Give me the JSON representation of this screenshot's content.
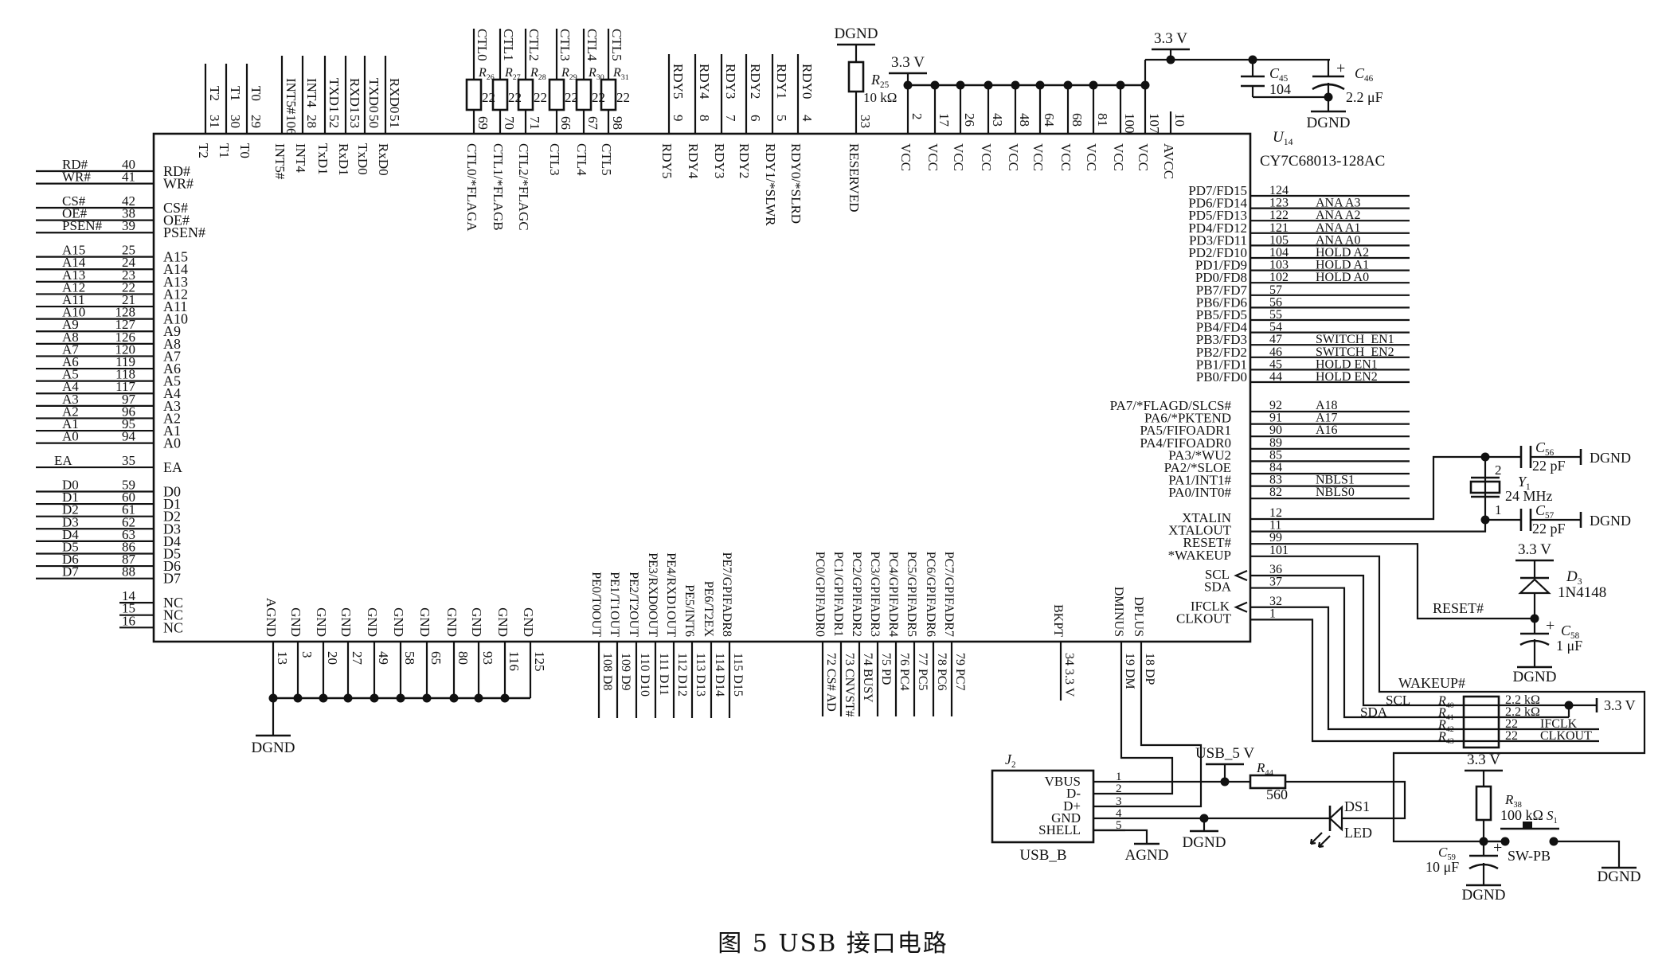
{
  "caption": "图 5   USB 接口电路",
  "chip": {
    "ref": "U",
    "ref_sub": "14",
    "part": "CY7C68013-128AC",
    "left_pins": [
      {
        "net": "RD#",
        "pin": "40",
        "name": "RD#"
      },
      {
        "net": "WR#",
        "pin": "41",
        "name": "WR#"
      },
      {
        "gap": true
      },
      {
        "net": "CS#",
        "pin": "42",
        "name": "CS#"
      },
      {
        "net": "OE#",
        "pin": "38",
        "name": "OE#"
      },
      {
        "net": "PSEN#",
        "pin": "39",
        "name": "PSEN#"
      },
      {
        "gap": true
      },
      {
        "net": "A15",
        "pin": "25",
        "name": "A15"
      },
      {
        "net": "A14",
        "pin": "24",
        "name": "A14"
      },
      {
        "net": "A13",
        "pin": "23",
        "name": "A13"
      },
      {
        "net": "A12",
        "pin": "22",
        "name": "A12"
      },
      {
        "net": "A11",
        "pin": "21",
        "name": "A11"
      },
      {
        "net": "A10",
        "pin": "128",
        "name": "A10"
      },
      {
        "net": "A9",
        "pin": "127",
        "name": "A9"
      },
      {
        "net": "A8",
        "pin": "126",
        "name": "A8"
      },
      {
        "net": "A7",
        "pin": "120",
        "name": "A7"
      },
      {
        "net": "A6",
        "pin": "119",
        "name": "A6"
      },
      {
        "net": "A5",
        "pin": "118",
        "name": "A5"
      },
      {
        "net": "A4",
        "pin": "117",
        "name": "A4"
      },
      {
        "net": "A3",
        "pin": "97",
        "name": "A3"
      },
      {
        "net": "A2",
        "pin": "96",
        "name": "A2"
      },
      {
        "net": "A1",
        "pin": "95",
        "name": "A1"
      },
      {
        "net": "A0",
        "pin": "94",
        "name": "A0"
      },
      {
        "gap": true
      },
      {
        "net": "EA",
        "pin": "35",
        "name": "EA"
      },
      {
        "gap": true
      },
      {
        "net": "D0",
        "pin": "59",
        "name": "D0"
      },
      {
        "net": "D1",
        "pin": "60",
        "name": "D1"
      },
      {
        "net": "D2",
        "pin": "61",
        "name": "D2"
      },
      {
        "net": "D3",
        "pin": "62",
        "name": "D3"
      },
      {
        "net": "D4",
        "pin": "63",
        "name": "D4"
      },
      {
        "net": "D5",
        "pin": "86",
        "name": "D5"
      },
      {
        "net": "D6",
        "pin": "87",
        "name": "D6"
      },
      {
        "net": "D7",
        "pin": "88",
        "name": "D7"
      },
      {
        "gap": true
      },
      {
        "net": "",
        "pin": "14",
        "name": "NC"
      },
      {
        "net": "",
        "pin": "15",
        "name": "NC"
      },
      {
        "net": "",
        "pin": "16",
        "name": "NC"
      }
    ],
    "top_pins_io": [
      {
        "net": "T2",
        "pin": "31",
        "name": "T2"
      },
      {
        "net": "T1",
        "pin": "30",
        "name": "T1"
      },
      {
        "net": "T0",
        "pin": "29",
        "name": "T0"
      },
      {
        "net": "INT5#",
        "pin": "106",
        "name": "INT5#"
      },
      {
        "net": "INT4",
        "pin": "28",
        "name": "INT4"
      },
      {
        "net": "TXD1",
        "pin": "52",
        "name": "TxD1"
      },
      {
        "net": "RXD1",
        "pin": "53",
        "name": "RxD1"
      },
      {
        "net": "TXD0",
        "pin": "50",
        "name": "TxD0"
      },
      {
        "net": "RXD0",
        "pin": "51",
        "name": "RxD0"
      }
    ],
    "top_pins_ctl": [
      {
        "net": "CTL0",
        "res": "R",
        "res_sub": "26",
        "value": "22",
        "pin": "69",
        "name": "CTL0/*FLAGA"
      },
      {
        "net": "CTL1",
        "res": "R",
        "res_sub": "27",
        "value": "22",
        "pin": "70",
        "name": "CTL1/*FLAGB"
      },
      {
        "net": "CTL2",
        "res": "R",
        "res_sub": "28",
        "value": "22",
        "pin": "71",
        "name": "CTL2/*FLAGC"
      },
      {
        "net": "CTL3",
        "res": "R",
        "res_sub": "29",
        "value": "22",
        "pin": "66",
        "name": "CTL3"
      },
      {
        "net": "CTL4",
        "res": "R",
        "res_sub": "30",
        "value": "22",
        "pin": "67",
        "name": "CTL4"
      },
      {
        "net": "CTL5",
        "res": "R",
        "res_sub": "31",
        "value": "22",
        "pin": "98",
        "name": "CTL5"
      }
    ],
    "top_pins_rdy": [
      {
        "net": "RDY5",
        "pin": "9",
        "name": "RDY5"
      },
      {
        "net": "RDY4",
        "pin": "8",
        "name": "RDY4"
      },
      {
        "net": "RDY3",
        "pin": "7",
        "name": "RDY3"
      },
      {
        "net": "RDY2",
        "pin": "6",
        "name": "RDY2"
      },
      {
        "net": "RDY1",
        "pin": "5",
        "name": "RDY1/*SLWR"
      },
      {
        "net": "RDY0",
        "pin": "4",
        "name": "RDY0/*SLRD"
      }
    ],
    "reserved": {
      "pin": "33",
      "name": "RESERVED",
      "res": "R",
      "res_sub": "25",
      "value": "10 kΩ",
      "supply": "DGND"
    },
    "vcc_pins": [
      {
        "pin": "2",
        "name": "VCC"
      },
      {
        "pin": "17",
        "name": "VCC"
      },
      {
        "pin": "26",
        "name": "VCC"
      },
      {
        "pin": "43",
        "name": "VCC"
      },
      {
        "pin": "48",
        "name": "VCC"
      },
      {
        "pin": "64",
        "name": "VCC"
      },
      {
        "pin": "68",
        "name": "VCC"
      },
      {
        "pin": "81",
        "name": "VCC"
      },
      {
        "pin": "100",
        "name": "VCC"
      },
      {
        "pin": "107",
        "name": "VCC"
      }
    ],
    "avcc": {
      "pin": "10",
      "name": "AVCC"
    },
    "vcc_supply": "3.3 V",
    "right_pins_pd_pb": [
      {
        "pin": "124",
        "name": "PD7/FD15",
        "net": ""
      },
      {
        "pin": "123",
        "name": "PD6/FD14",
        "net": "ANA A3"
      },
      {
        "pin": "122",
        "name": "PD5/FD13",
        "net": "ANA A2"
      },
      {
        "pin": "121",
        "name": "PD4/FD12",
        "net": "ANA A1"
      },
      {
        "pin": "105",
        "name": "PD3/FD11",
        "net": "ANA A0"
      },
      {
        "pin": "104",
        "name": "PD2/FD10",
        "net": "HOLD A2"
      },
      {
        "pin": "103",
        "name": "PD1/FD9",
        "net": "HOLD A1"
      },
      {
        "pin": "102",
        "name": "PD0/FD8",
        "net": "HOLD A0"
      },
      {
        "pin": "57",
        "name": "PB7/FD7",
        "net": ""
      },
      {
        "pin": "56",
        "name": "PB6/FD6",
        "net": ""
      },
      {
        "pin": "55",
        "name": "PB5/FD5",
        "net": ""
      },
      {
        "pin": "54",
        "name": "PB4/FD4",
        "net": ""
      },
      {
        "pin": "47",
        "name": "PB3/FD3",
        "net": "SWITCH_EN1"
      },
      {
        "pin": "46",
        "name": "PB2/FD2",
        "net": "SWITCH_EN2"
      },
      {
        "pin": "45",
        "name": "PB1/FD1",
        "net": "HOLD EN1"
      },
      {
        "pin": "44",
        "name": "PB0/FD0",
        "net": "HOLD EN2"
      }
    ],
    "right_pins_pa": [
      {
        "pin": "92",
        "name": "PA7/*FLAGD/SLCS#",
        "net": "A18"
      },
      {
        "pin": "91",
        "name": "PA6/*PKTEND",
        "net": "A17"
      },
      {
        "pin": "90",
        "name": "PA5/FIFOADR1",
        "net": "A16"
      },
      {
        "pin": "89",
        "name": "PA4/FIFOADR0",
        "net": ""
      },
      {
        "pin": "85",
        "name": "PA3/*WU2",
        "net": ""
      },
      {
        "pin": "84",
        "name": "PA2/*SLOE",
        "net": ""
      },
      {
        "pin": "83",
        "name": "PA1/INT1#",
        "net": "NBLS1"
      },
      {
        "pin": "82",
        "name": "PA0/INT0#",
        "net": "NBLS0"
      }
    ],
    "right_pins_misc": [
      {
        "pin": "12",
        "name": "XTALIN"
      },
      {
        "pin": "11",
        "name": "XTALOUT"
      },
      {
        "pin": "99",
        "name": "RESET#"
      },
      {
        "pin": "101",
        "name": "*WAKEUP"
      },
      {
        "gap": true
      },
      {
        "pin": "36",
        "name": "SCL"
      },
      {
        "pin": "37",
        "name": "SDA"
      },
      {
        "gap": true
      },
      {
        "pin": "32",
        "name": "IFCLK"
      },
      {
        "pin": "1",
        "name": "CLKOUT"
      }
    ],
    "bottom_gnd": [
      {
        "pin": "13",
        "name": "AGND"
      },
      {
        "pin": "3",
        "name": "GND"
      },
      {
        "pin": "20",
        "name": "GND"
      },
      {
        "pin": "27",
        "name": "GND"
      },
      {
        "pin": "49",
        "name": "GND"
      },
      {
        "pin": "58",
        "name": "GND"
      },
      {
        "pin": "65",
        "name": "GND"
      },
      {
        "pin": "80",
        "name": "GND"
      },
      {
        "pin": "93",
        "name": "GND"
      },
      {
        "pin": "116",
        "name": "GND"
      },
      {
        "pin": "125",
        "name": "GND"
      }
    ],
    "gnd_supply": "DGND",
    "bottom_pe": [
      {
        "pin": "108",
        "name": "PE0/T0OUT",
        "net": "D8"
      },
      {
        "pin": "109",
        "name": "PE1/T1OUT",
        "net": "D9"
      },
      {
        "pin": "110",
        "name": "PE2/T2OUT",
        "net": "D10"
      },
      {
        "pin": "111",
        "name": "PE3/RXD0OUT",
        "net": "D11"
      },
      {
        "pin": "112",
        "name": "PE4/RXD1OUT",
        "net": "D12"
      },
      {
        "pin": "113",
        "name": "PE5/INT6",
        "net": "D13"
      },
      {
        "pin": "114",
        "name": "PE6/T2EX",
        "net": "D14"
      },
      {
        "pin": "115",
        "name": "PE7/GPIFADR8",
        "net": "D15"
      }
    ],
    "bottom_pc": [
      {
        "pin": "72",
        "name": "PC0/GPIFADR0",
        "net": "CS# AD"
      },
      {
        "pin": "73",
        "name": "PC1/GPIFADR1",
        "net": "CNVST#"
      },
      {
        "pin": "74",
        "name": "PC2/GPIFADR2",
        "net": "BUSY"
      },
      {
        "pin": "75",
        "name": "PC3/GPIFADR3",
        "net": "PD"
      },
      {
        "pin": "76",
        "name": "PC4/GPIFADR4",
        "net": "PC4"
      },
      {
        "pin": "77",
        "name": "PC5/GPIFADR5",
        "net": "PC5"
      },
      {
        "pin": "78",
        "name": "PC6/GPIFADR6",
        "net": "PC6"
      },
      {
        "pin": "79",
        "name": "PC7/GPIFADR7",
        "net": "PC7"
      }
    ],
    "bkpt": {
      "pin": "34",
      "name": "BKPT",
      "net": "3.3 V"
    },
    "dminus": {
      "pin": "19",
      "name": "DMINUS",
      "net": "DM"
    },
    "dplus": {
      "pin": "18",
      "name": "DPLUS",
      "net": "DP"
    }
  },
  "decoupling": {
    "supply": "3.3 V",
    "c45": {
      "ref": "C",
      "sub": "45",
      "value": "104"
    },
    "c46": {
      "ref": "C",
      "sub": "46",
      "value": "2.2 μF",
      "polarity": "+"
    },
    "gnd": "DGND"
  },
  "crystal": {
    "ref": "Y",
    "sub": "1",
    "value": "24 MHz",
    "pin_top": "2",
    "pin_bottom": "1",
    "c56": {
      "ref": "C",
      "sub": "56",
      "value": "22 pF",
      "gnd": "DGND"
    },
    "c57": {
      "ref": "C",
      "sub": "57",
      "value": "22 pF",
      "gnd": "DGND"
    }
  },
  "reset": {
    "supply": "3.3 V",
    "diode": {
      "ref": "D",
      "sub": "3",
      "value": "1N4148"
    },
    "net": "RESET#",
    "cap": {
      "ref": "C",
      "sub": "58",
      "value": "1 μF",
      "polarity": "+"
    },
    "gnd": "DGND"
  },
  "pullups": {
    "supply": "3.3 V",
    "wakeup_net": "WAKEUP#",
    "rows": [
      {
        "net": "SCL",
        "ref": "R",
        "sub": "40",
        "value": "2.2 kΩ",
        "out": ""
      },
      {
        "net": "SDA",
        "ref": "R",
        "sub": "41",
        "value": "2.2 kΩ",
        "out": ""
      },
      {
        "net": "",
        "ref": "R",
        "sub": "42",
        "value": "22",
        "out": "IFCLK"
      },
      {
        "net": "",
        "ref": "R",
        "sub": "43",
        "value": "22",
        "out": "CLKOUT"
      }
    ]
  },
  "usb": {
    "ref": "J",
    "sub": "2",
    "part": "USB_B",
    "pins": [
      {
        "num": "1",
        "name": "VBUS"
      },
      {
        "num": "2",
        "name": "D-"
      },
      {
        "num": "3",
        "name": "D+"
      },
      {
        "num": "4",
        "name": "GND"
      },
      {
        "num": "5",
        "name": "SHELL"
      }
    ],
    "supply": "USB_5 V",
    "r44": {
      "ref": "R",
      "sub": "44",
      "value": "560"
    },
    "led": {
      "ref": "DS1",
      "value": "LED"
    },
    "gnd": "DGND",
    "shell_gnd": "AGND"
  },
  "wakeup_circuit": {
    "supply": "3.3 V",
    "r38": {
      "ref": "R",
      "sub": "38",
      "value": "100 kΩ"
    },
    "switch": {
      "ref": "S",
      "sub": "1",
      "value": "SW-PB"
    },
    "c59": {
      "ref": "C",
      "sub": "59",
      "value": "10 μF",
      "polarity": "+"
    },
    "gnd_cap": "DGND",
    "gnd_switch": "DGND"
  }
}
